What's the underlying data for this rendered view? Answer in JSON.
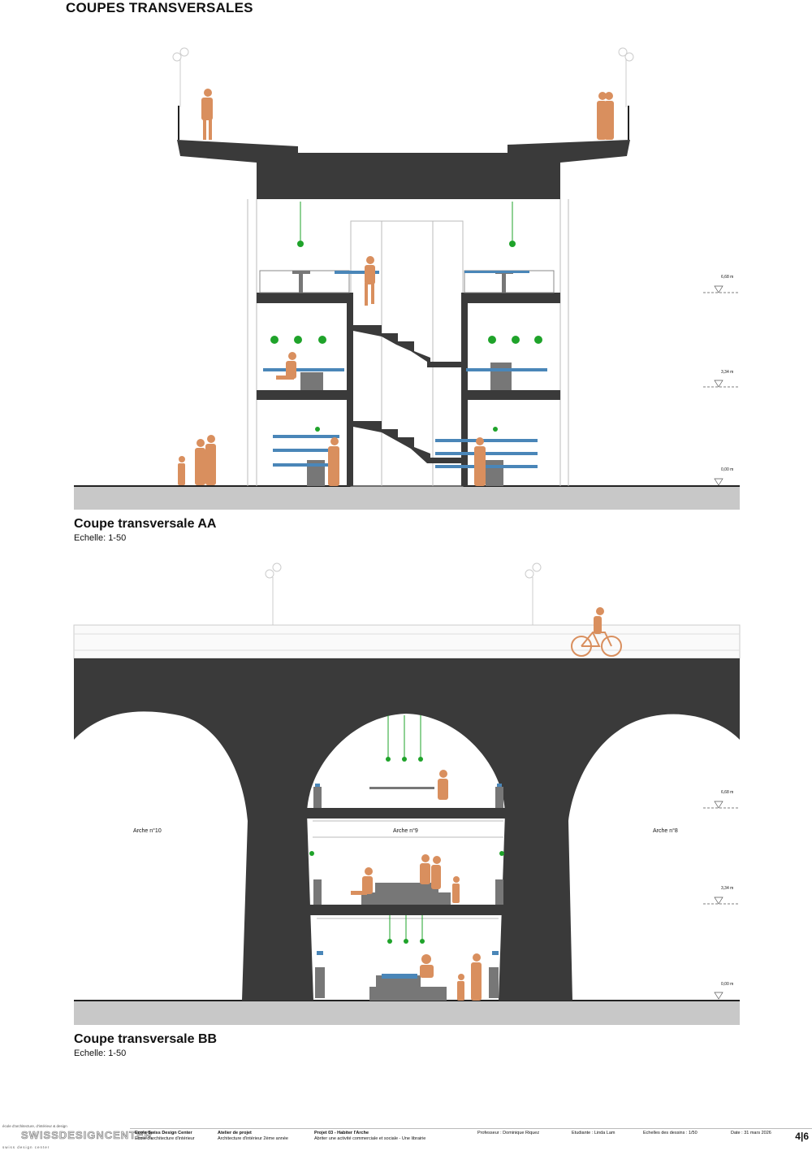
{
  "page": {
    "title": "COUPES TRANSVERSALES",
    "page_number": "4|6"
  },
  "section_aa": {
    "title": "Coupe transversale AA",
    "scale": "Echelle: 1-50",
    "levels": [
      "6,68 m",
      "3,34 m",
      "0,00 m"
    ]
  },
  "section_bb": {
    "title": "Coupe transversale BB",
    "scale": "Echelle: 1-50",
    "levels": [
      "6,68 m",
      "3,34 m",
      "0,00 m"
    ],
    "arch_labels": [
      "Arche n°10",
      "Arche n°9",
      "Arche n°8"
    ]
  },
  "footer": {
    "logo_top": "école d'architecture, d'intérieur & design",
    "logo_main": "SWISSDESIGNCENTER",
    "logo_bottom": "swiss design center",
    "school_name": "Ecole Swiss Design Center",
    "school_sub": "Ecole d'architecture d'intérieur",
    "atelier_title": "Atelier de projet",
    "atelier_sub": "Architecture d'intérieur 2ème année",
    "project_title": "Projet 03 - Habiter l'Arche",
    "project_sub": "Abriter une activité commerciale et sociale - Une librairie",
    "professor": "Professeur : Dominique Riquez",
    "student": "Etudiante : Linda Lam",
    "drawing_scale": "Echelles des dessins : 1/50",
    "date": "Date : 31 mars 2026"
  },
  "colors": {
    "structure": "#3a3a3a",
    "ground": "#c8c8c8",
    "figures": "#d98f5e",
    "books": "#4a86b8",
    "lamps": "#1fa32a"
  }
}
